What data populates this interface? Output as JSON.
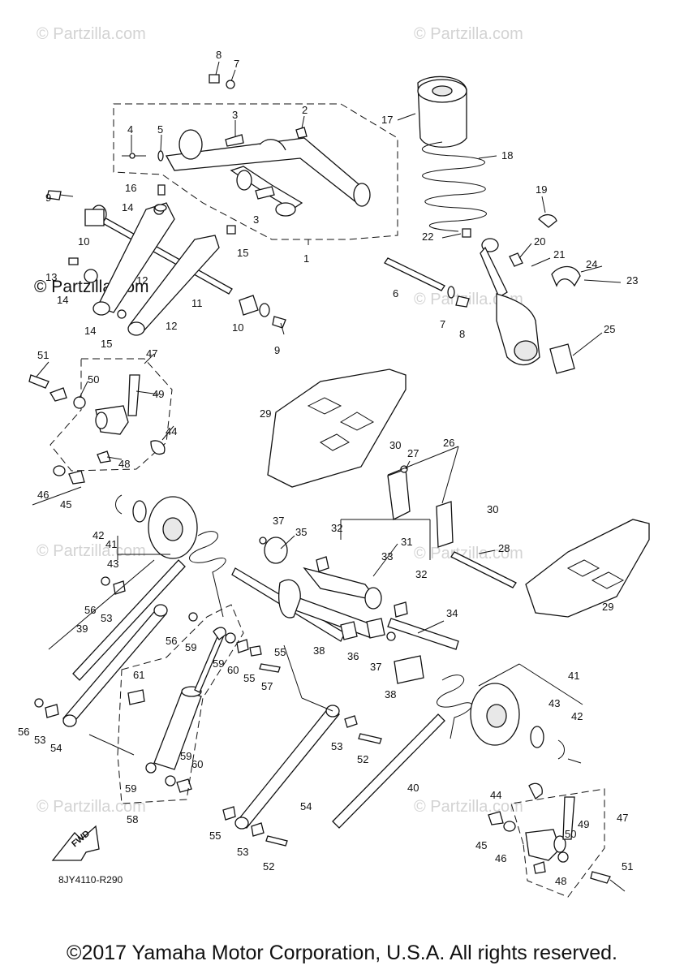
{
  "watermark": "© Partzilla.com",
  "diagram_code": "8JY4110-R290",
  "fwd_label": "FWD",
  "copyright": "©2017 Yamaha Motor Corporation, U.S.A. All rights reserved.",
  "callouts": [
    "1",
    "2",
    "3",
    "3",
    "4",
    "5",
    "6",
    "7",
    "7",
    "8",
    "8",
    "9",
    "9",
    "10",
    "10",
    "11",
    "12",
    "12",
    "13",
    "14",
    "14",
    "14",
    "15",
    "15",
    "16",
    "17",
    "18",
    "19",
    "20",
    "21",
    "22",
    "23",
    "24",
    "25",
    "26",
    "27",
    "28",
    "29",
    "29",
    "30",
    "30",
    "31",
    "32",
    "32",
    "33",
    "34",
    "35",
    "36",
    "37",
    "37",
    "38",
    "38",
    "39",
    "40",
    "41",
    "41",
    "42",
    "42",
    "43",
    "43",
    "44",
    "44",
    "45",
    "45",
    "46",
    "46",
    "47",
    "47",
    "48",
    "48",
    "49",
    "49",
    "50",
    "50",
    "51",
    "51",
    "52",
    "52",
    "53",
    "53",
    "53",
    "53",
    "54",
    "54",
    "55",
    "55",
    "55",
    "56",
    "56",
    "56",
    "57",
    "58",
    "59",
    "59",
    "59",
    "59",
    "60",
    "60",
    "61"
  ]
}
